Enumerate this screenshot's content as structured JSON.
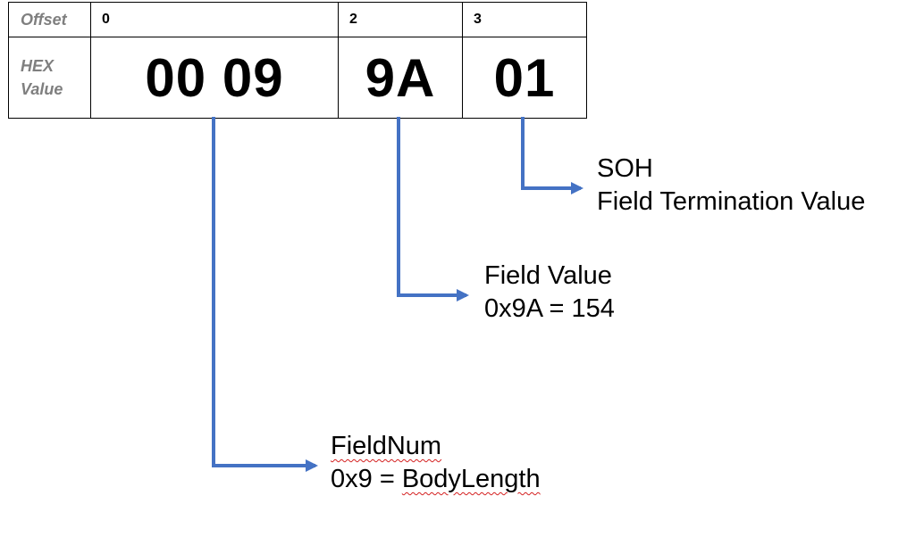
{
  "table": {
    "offset_label": "Offset",
    "hex_label_line1": "HEX",
    "hex_label_line2": "Value",
    "offsets": [
      "0",
      "2",
      "3"
    ],
    "hex_values": [
      "00 09",
      "9A",
      "01"
    ]
  },
  "annotations": {
    "soh": {
      "line1": "SOH",
      "line2": "Field Termination Value"
    },
    "field_value": {
      "line1": "Field Value",
      "line2": "0x9A = 154"
    },
    "fieldnum": {
      "line1": "FieldNum",
      "line2_prefix": "0x9 = ",
      "line2_word": "BodyLength"
    }
  },
  "colors": {
    "arrow": "#4472c4",
    "border": "#000000",
    "label": "#7f7f7f"
  }
}
